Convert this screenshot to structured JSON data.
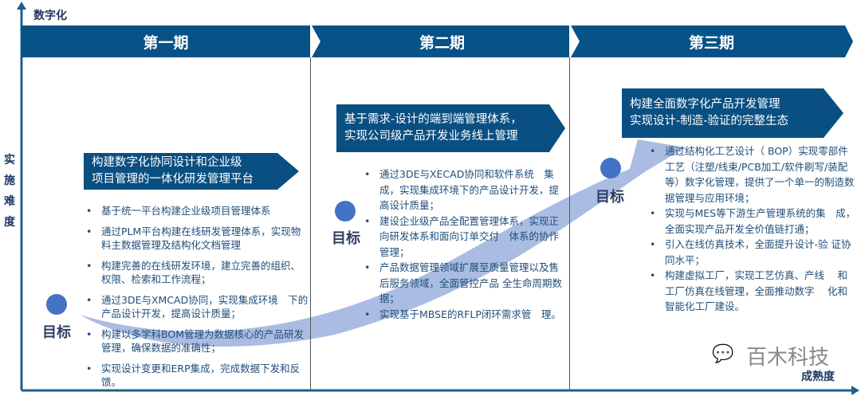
{
  "axes": {
    "y_top_label": "数字化",
    "y_side_label": "实施难度",
    "x_label": "成熟度"
  },
  "colors": {
    "header": "#075286",
    "banner": "#0a4f82",
    "arrow": "#8fa5d8",
    "circle": "#4472c4"
  },
  "phases": [
    {
      "title": "第一期",
      "goal_label": "目标",
      "banner": [
        "构建数字化协同设计和企业级",
        "项目管理的一体化研发管理平台"
      ],
      "items": [
        "基于统一平台构建企业级项目管理体系",
        "通过PLM平台构建在线研发管理体系，实现物料主数据管理及结构化文档管理",
        "构建完善的在线研发环境，建立完善的组织、权限、检索和工作流程；",
        "通过3DE与XMCAD协同，实现集成环境　下的产品设计开发，提高设计质量；",
        "构建以多学科BOM管理为数据核心的产品研发管理，确保数据的准确性；",
        "实现设计变更和ERP集成，完成数据下发和反馈。"
      ]
    },
    {
      "title": "第二期",
      "goal_label": "目标",
      "banner": [
        "基于需求-设计的端到端管理体系，",
        "实现公司级产品开发业务线上管理"
      ],
      "items": [
        "通过3DE与XECAD协同和软件系统　集成，实现集成环境下的产品设计开发，提高设计质量；",
        "建设企业级产品全配置管理体系，实现正向研发体系和面向订单交付　体系的协作管理；",
        "产品数据管理领域扩展至质量管理以及售后服务领域，全面管控产品 全生命周期数据；",
        "实现基于MBSE的RFLP闭环需求管　理。"
      ]
    },
    {
      "title": "第三期",
      "goal_label": "目标",
      "banner": [
        "构建全面数字化产品开发管理",
        "实现设计-制造-验证的完整生态"
      ],
      "items": [
        "通过结构化工艺设计（ BOP）实现零部件工艺（注塑/线束/PCB加工/软件刷写/装配等）数字化管理，提供了一个单一的制造数据管理与应用环境；",
        "实现与MES等下游生产管理系统的集　成，全面实现产品开发全价值链打通；",
        "引入在线仿真技术，全面提升设计-验 证协同水平；",
        "构建虚拟工厂，实现工艺仿真、产线　 和工厂仿真在线管理，全面推动数字　 化和智能化工厂建设。"
      ]
    }
  ],
  "watermark": "百木科技"
}
